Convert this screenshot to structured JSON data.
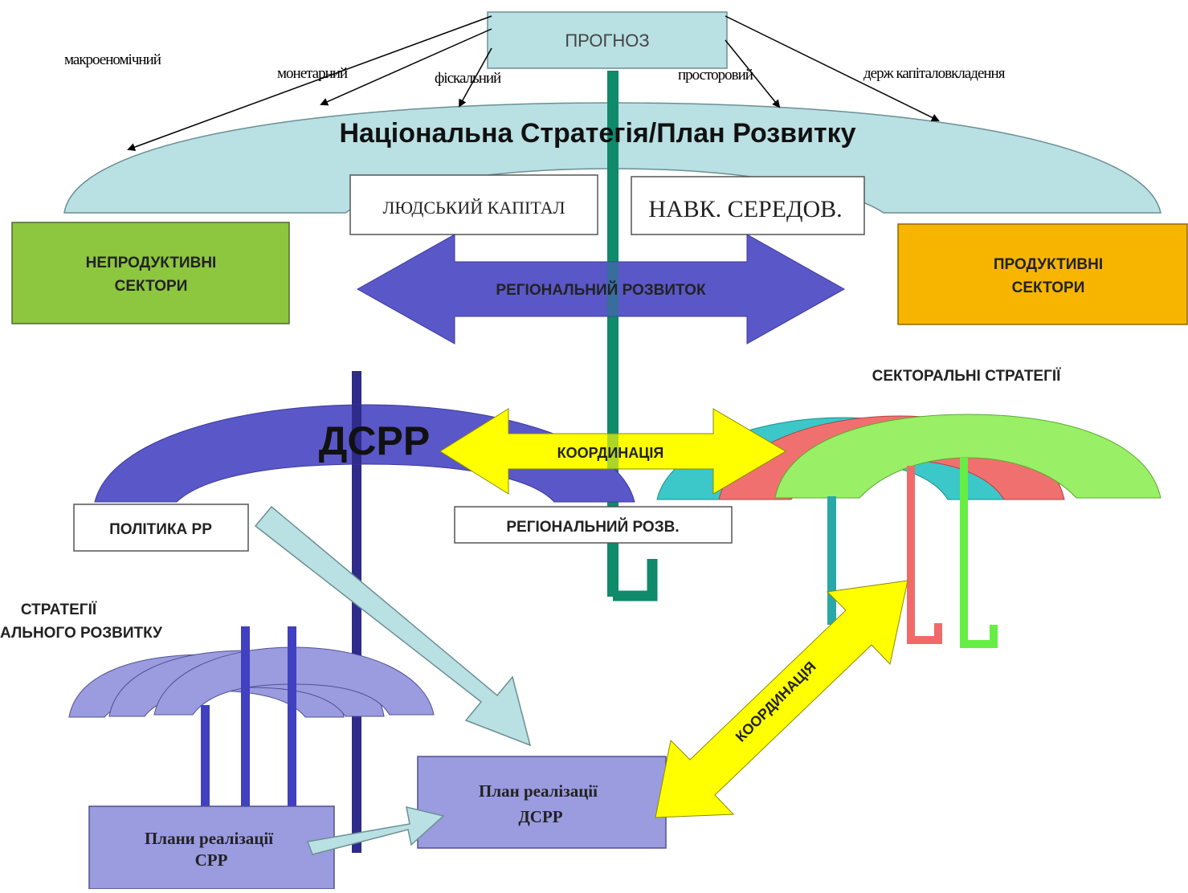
{
  "forecast": {
    "title": "ПРОГНОЗ",
    "types": [
      "макроеномічний",
      "монетарний",
      "фіскальний",
      "просторовий",
      "держ капіталовкладення"
    ]
  },
  "national": {
    "title": "Національна Стратегія/План Розвитку",
    "human_capital": "ЛЮДСЬКИЙ КАПІТАЛ",
    "environment": "НАВК. СЕРЕДОВ."
  },
  "sectors": {
    "nonproductive_line1": "НЕПРОДУКТИВНІ",
    "nonproductive_line2": "СЕКТОРИ",
    "productive_line1": "ПРОДУКТИВНІ",
    "productive_line2": "СЕКТОРИ"
  },
  "regional_development": "РЕГІОНАЛЬНИЙ РОЗВИТОК",
  "sectoral_strategies": "СЕКТОРАЛЬНІ СТРАТЕГІЇ",
  "dsrr": {
    "title": "ДСРР",
    "coordination": "КООРДИНАЦІЯ",
    "policy": "ПОЛІТИКА РР",
    "regional": "РЕГІОНАЛЬНИЙ РОЗВ."
  },
  "regional_strategies": {
    "line1": "СТРАТЕГІЇ",
    "line2": "АЛЬНОГО РОЗВИТКУ"
  },
  "plans": {
    "srr_line1": "Плани реалізації",
    "srr_line2": "СРР",
    "dsrr_line1": "План реалізації",
    "dsrr_line2": "ДСРР"
  },
  "coordination_diag": "КООРДИНАЦІЯ",
  "colors": {
    "light_cyan": "#b9e0e3",
    "blue_violet": "#5a57c8",
    "green": "#8dc63f",
    "orange": "#f7b500",
    "yellow": "#ffff00",
    "teal": "#0f8a6a",
    "lavender": "#9b9be0"
  }
}
